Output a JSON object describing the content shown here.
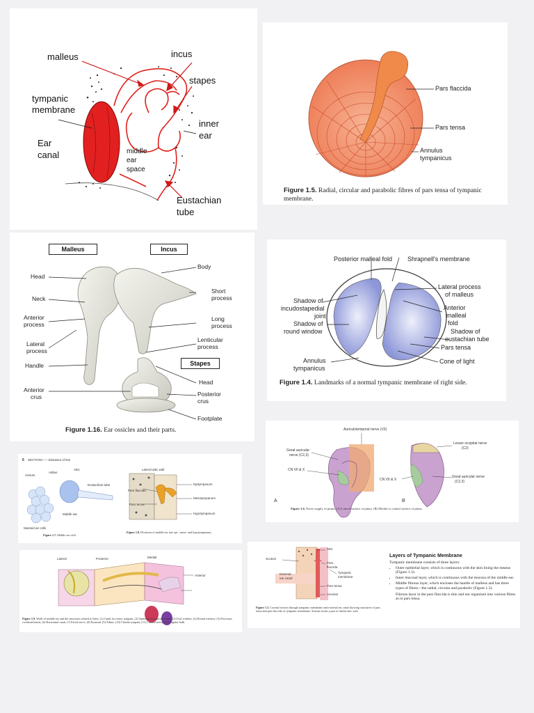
{
  "p1": {
    "labels": {
      "malleus": "malleus",
      "incus": "incus",
      "stapes": "stapes",
      "tympanic": "tympanic",
      "membrane": "membrane",
      "inner": "inner",
      "ear": "ear",
      "ear_canal_1": "Ear",
      "ear_canal_2": "canal",
      "middle_1": "middle",
      "middle_2": "ear",
      "middle_3": "space",
      "eust_1": "Eustachian",
      "eust_2": "tube"
    },
    "colors": {
      "membrane": "#e22020",
      "ossicle_line": "#e0201a",
      "arrow": "#d01818"
    }
  },
  "p2": {
    "labels": {
      "flaccida": "Pars flaccida",
      "tensa": "Pars tensa",
      "annulus_1": "Annulus",
      "annulus_2": "tympanicus"
    },
    "caption_fig": "Figure 1.5.",
    "caption_text": "Radial, circular and parabolic fibres of pars tensa of tympanic membrane.",
    "colors": {
      "disk": "#f5a07e",
      "handle": "#f08a4a"
    }
  },
  "p3": {
    "boxes": {
      "malleus": "Malleus",
      "incus": "Incus",
      "stapes": "Stapes"
    },
    "left": {
      "head": "Head",
      "neck": "Neck",
      "ant1": "Anterior",
      "ant2": "process",
      "lat1": "Lateral",
      "lat2": "process",
      "handle": "Handle",
      "crus1": "Anterior",
      "crus2": "crus"
    },
    "right": {
      "body": "Body",
      "short1": "Short",
      "short2": "process",
      "long1": "Long",
      "long2": "process",
      "lent1": "Lenticular",
      "lent2": "process",
      "head": "Head",
      "post1": "Posterior",
      "post2": "crus",
      "footplate": "Footplate"
    },
    "caption_fig": "Figure 1.16.",
    "caption_text": "Ear ossicles and their parts."
  },
  "p4": {
    "top": {
      "post_fold": "Posterior malleal fold",
      "shrapnell": "Shrapnell's membrane"
    },
    "left": {
      "s1": "Shadow of",
      "s2": "incudostapedial",
      "s3": "joint",
      "r1": "Shadow of",
      "r2": "round window",
      "a1": "Annulus",
      "a2": "tympanicus"
    },
    "right": {
      "lp1": "Lateral process",
      "lp2": "of malleus",
      "af1": "Anterior",
      "af2": "malleal",
      "af3": "fold",
      "se1": "Shadow of",
      "se2": "eustachian tube",
      "tensa": "Pars tensa",
      "cone": "Cone of light"
    },
    "caption_fig": "Figure 1.4.",
    "caption_text": "Landmarks of a normal tympanic membrane of right side.",
    "colors": {
      "membrane": "#8c96d8"
    }
  },
  "p5": {
    "header_num": "6",
    "header_text": "SECTION I — Diseases of Ear",
    "fig17": {
      "antrum": "Antrum",
      "aditus": "Aditus",
      "attic": "Attic",
      "eust": "Eustachian tube",
      "middle": "Middle ear",
      "mastoid": "Mastoid air cells",
      "cap_fig": "Figure 1.7.",
      "cap_text": "Middle ear cleft."
    },
    "fig18": {
      "lateral": "Lateral attic wall",
      "epi": "Epitympanum",
      "flaccida": "Pars flaccida",
      "tensa": "Pars tensa",
      "meso": "Mesotympanum",
      "hypo": "Hypotympanum",
      "cap_fig": "Figure 1.8.",
      "cap_text": "Divisions of middle ear into epi-, meso- and hypotympanum."
    }
  },
  "p6": {
    "top": "Auriculotemporal nerve (V3)",
    "great_a1": "Great auricular",
    "great_a2": "nerve (C2,3)",
    "cn_a": "CN VII & X",
    "cn_b": "CN VII & X",
    "lesser1": "Lesser occipital nerve",
    "lesser2": "(C2)",
    "great_b1": "Great auricular nerve",
    "great_b2": "(C2,3)",
    "A": "A",
    "B": "B",
    "caption_fig": "Figure 1.6.",
    "caption_text": "Nerve supply of pinna. (A) Lateral surface of pinna. (B) Medial or cranial surface of pinna."
  },
  "p7": {
    "lateral": "Lateral",
    "posterior": "Posterior",
    "medial": "Medial",
    "anterior": "Anterior",
    "caption_fig": "Figure 1.9.",
    "caption_text": "Walls of middle ear and the structures related to them. (1) Canal for tensor tympani, (2) Opening of eustachian tube, (3) Oval window, (4) Round window, (5) Processus cochleariformis, (6) Horizontal canal, (7) Facial nerve, (8) Pyramid, (9) Aditus, (10) Chorda tympani, (11) Carotid artery, (12) Jugular bulb."
  },
  "p8": {
    "scutum": "Scutum",
    "attic": "Attic",
    "flaccida1": "Pars",
    "flaccida2": "flaccida",
    "ext1": "External",
    "ext2": "ear canal",
    "tm1": "Tympanic",
    "tm2": "membrane",
    "tensa": "Pars tensa",
    "annulus": "Annulus",
    "caption_fig": "Figure 1.3.",
    "caption_text": "Coronal section through tympanic membrane and external ear canal showing structures of pars tensa and pars flaccida of tympanic membrane. Scutum forms a part of lateral attic wall.",
    "heading": "Layers of Tympanic Membrane",
    "intro": "Tympanic membrane consists of three layers:",
    "bullets": [
      "Outer epithelial layer, which is continuous with the skin lining the meatus (Figure 1.3).",
      "Inner mucosal layer, which is continuous with the mucosa of the middle ear.",
      "Middle fibrous layer, which encloses the handle of malleus and has three types of fibres—the radial, circular and parabolic (Figure 1.5)."
    ],
    "para": "Fibrous layer in the pars flaccida is thin and not organized into various fibres as in pars tensa."
  }
}
